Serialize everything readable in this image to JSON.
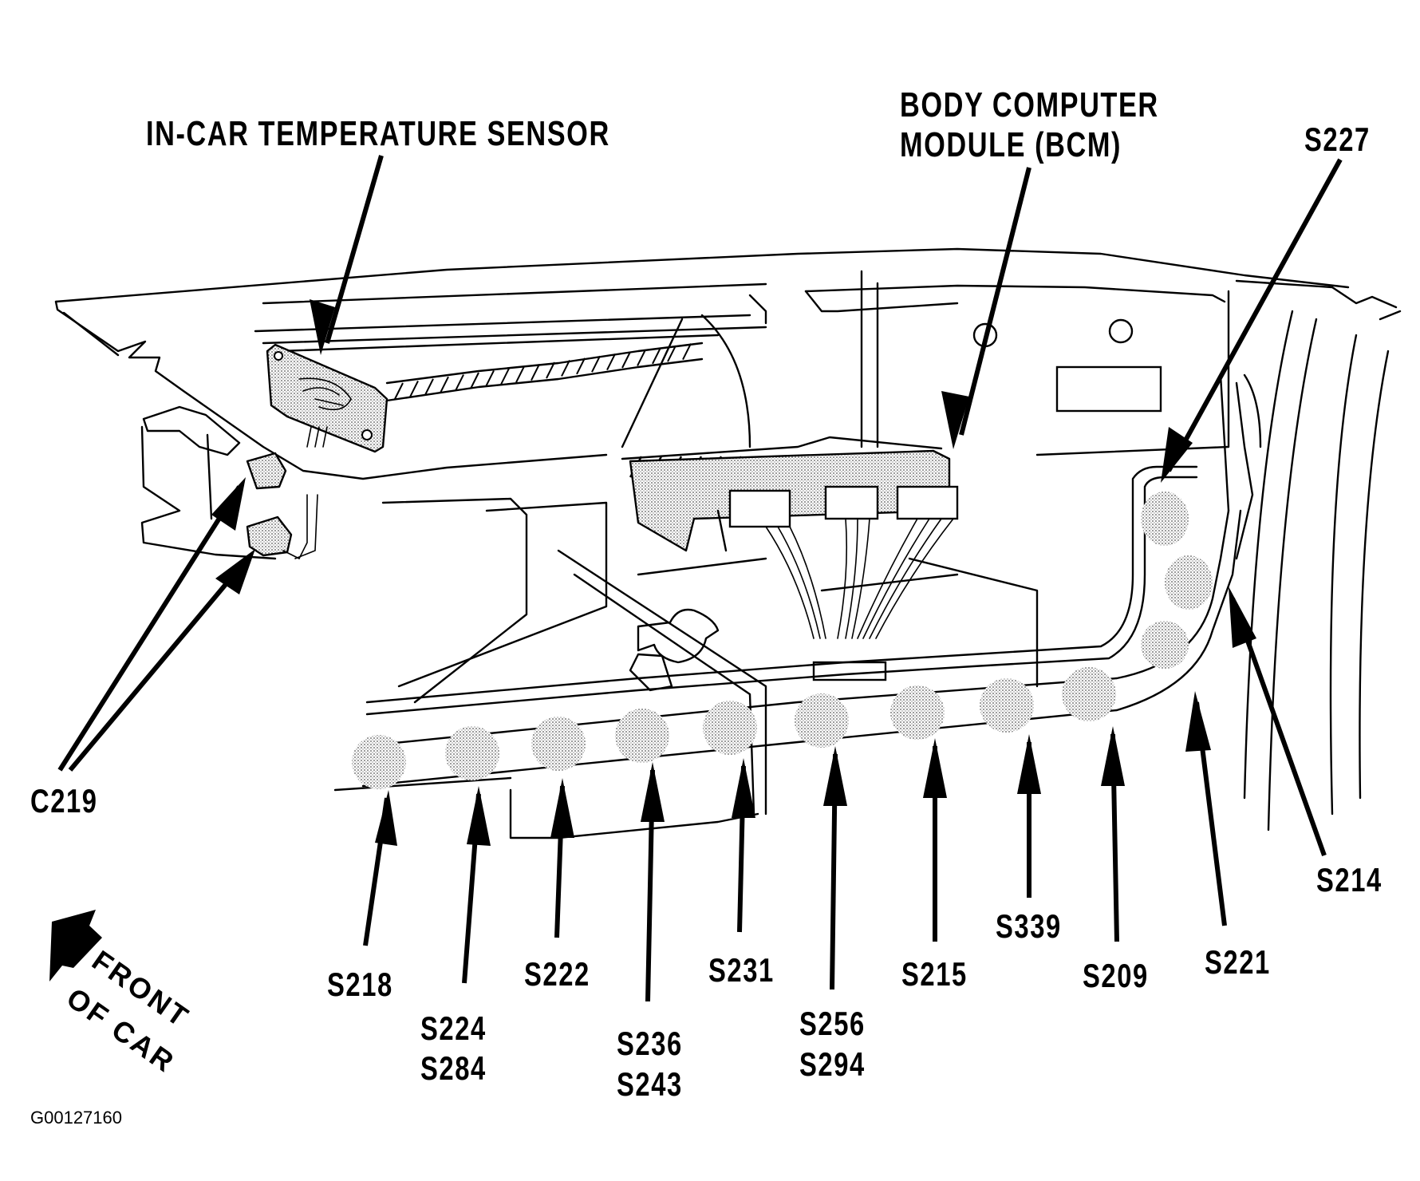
{
  "figure": {
    "id": "G00127160",
    "labels": {
      "in_car_temp_sensor": "IN-CAR TEMPERATURE SENSOR",
      "bcm_line1": "BODY COMPUTER",
      "bcm_line2": "MODULE (BCM)",
      "connector": "C219",
      "front_line1": "FRONT",
      "front_line2": "OF CAR"
    },
    "splices": {
      "s227": "S227",
      "s214": "S214",
      "s221": "S221",
      "s209": "S209",
      "s339": "S339",
      "s215": "S215",
      "s256": "S256",
      "s294": "S294",
      "s231": "S231",
      "s236": "S236",
      "s243": "S243",
      "s222": "S222",
      "s224": "S224",
      "s284": "S284",
      "s218": "S218"
    },
    "splice_order_left_to_right": [
      "S218",
      "S224/S284",
      "S222",
      "S236/S243",
      "S231",
      "S256/S294",
      "S215",
      "S339",
      "S209",
      "S221",
      "S214",
      "S227"
    ]
  }
}
